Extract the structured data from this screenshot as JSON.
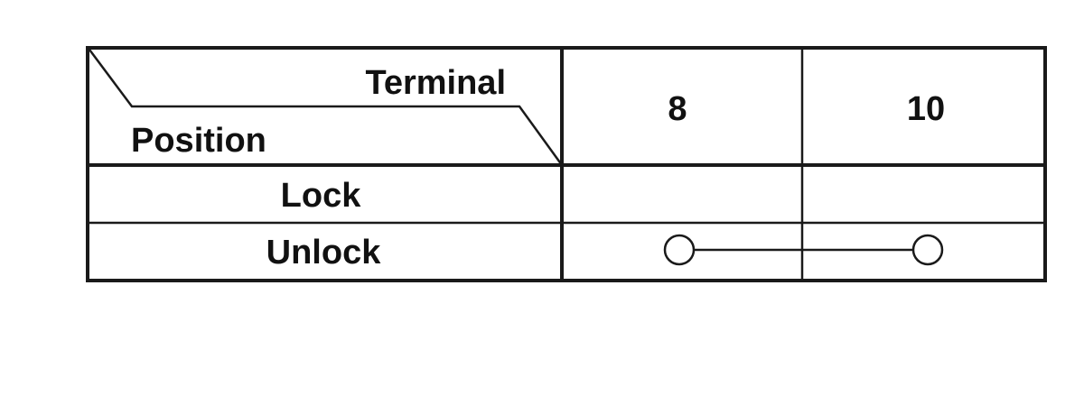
{
  "table": {
    "header_corner": {
      "top_label": "Terminal",
      "bottom_label": "Position"
    },
    "columns": [
      "8",
      "10"
    ],
    "rows": [
      {
        "label": "Lock",
        "connected": []
      },
      {
        "label": "Unlock",
        "connected": [
          "8",
          "10"
        ]
      }
    ]
  }
}
